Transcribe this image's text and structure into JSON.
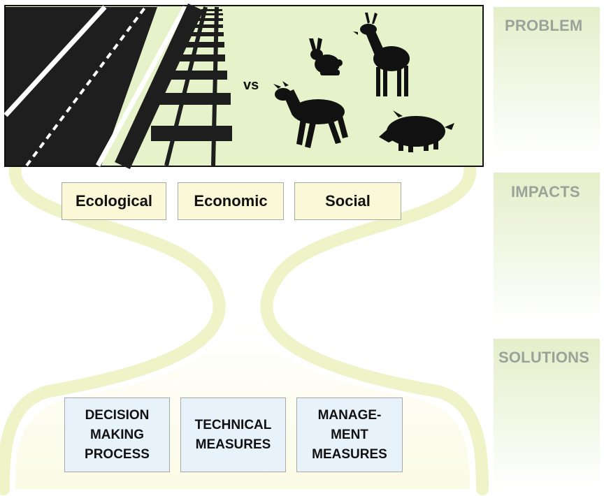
{
  "stages": {
    "problem": "PROBLEM",
    "impacts": "IMPACTS",
    "solutions": "SOLUTIONS"
  },
  "scene": {
    "versus": "vs"
  },
  "impacts": [
    "Ecological",
    "Economic",
    "Social"
  ],
  "solutions": [
    [
      "DECISION",
      "MAKING",
      "PROCESS"
    ],
    [
      "TECHNICAL",
      "MEASURES"
    ],
    [
      "MANAGE-",
      "MENT",
      "MEASURES"
    ]
  ],
  "colors": {
    "panel": "#e6f2c9",
    "funnel": "#eef3c8",
    "impact_box": "#fbf8d7",
    "solution_box": "#e8f2fb",
    "side_label": "#9aa39a"
  }
}
